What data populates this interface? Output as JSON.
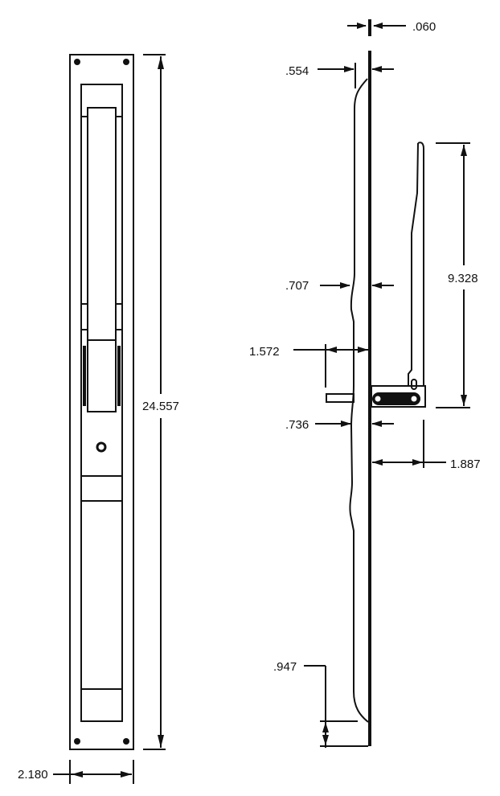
{
  "drawing": {
    "front_view": {
      "height_dim": "24.557",
      "width_dim": "2.180"
    },
    "side_view": {
      "plate_thickness_dim": ".060",
      "top_offset_dim": ".554",
      "mid_offset_dim": ".707",
      "pin_extension_dim": "1.572",
      "lower_offset_dim": ".736",
      "latch_height_dim": "9.328",
      "latch_projection_dim": "1.887",
      "bottom_offset_dim": ".947"
    },
    "colors": {
      "line": "#111111",
      "background": "#ffffff"
    }
  }
}
